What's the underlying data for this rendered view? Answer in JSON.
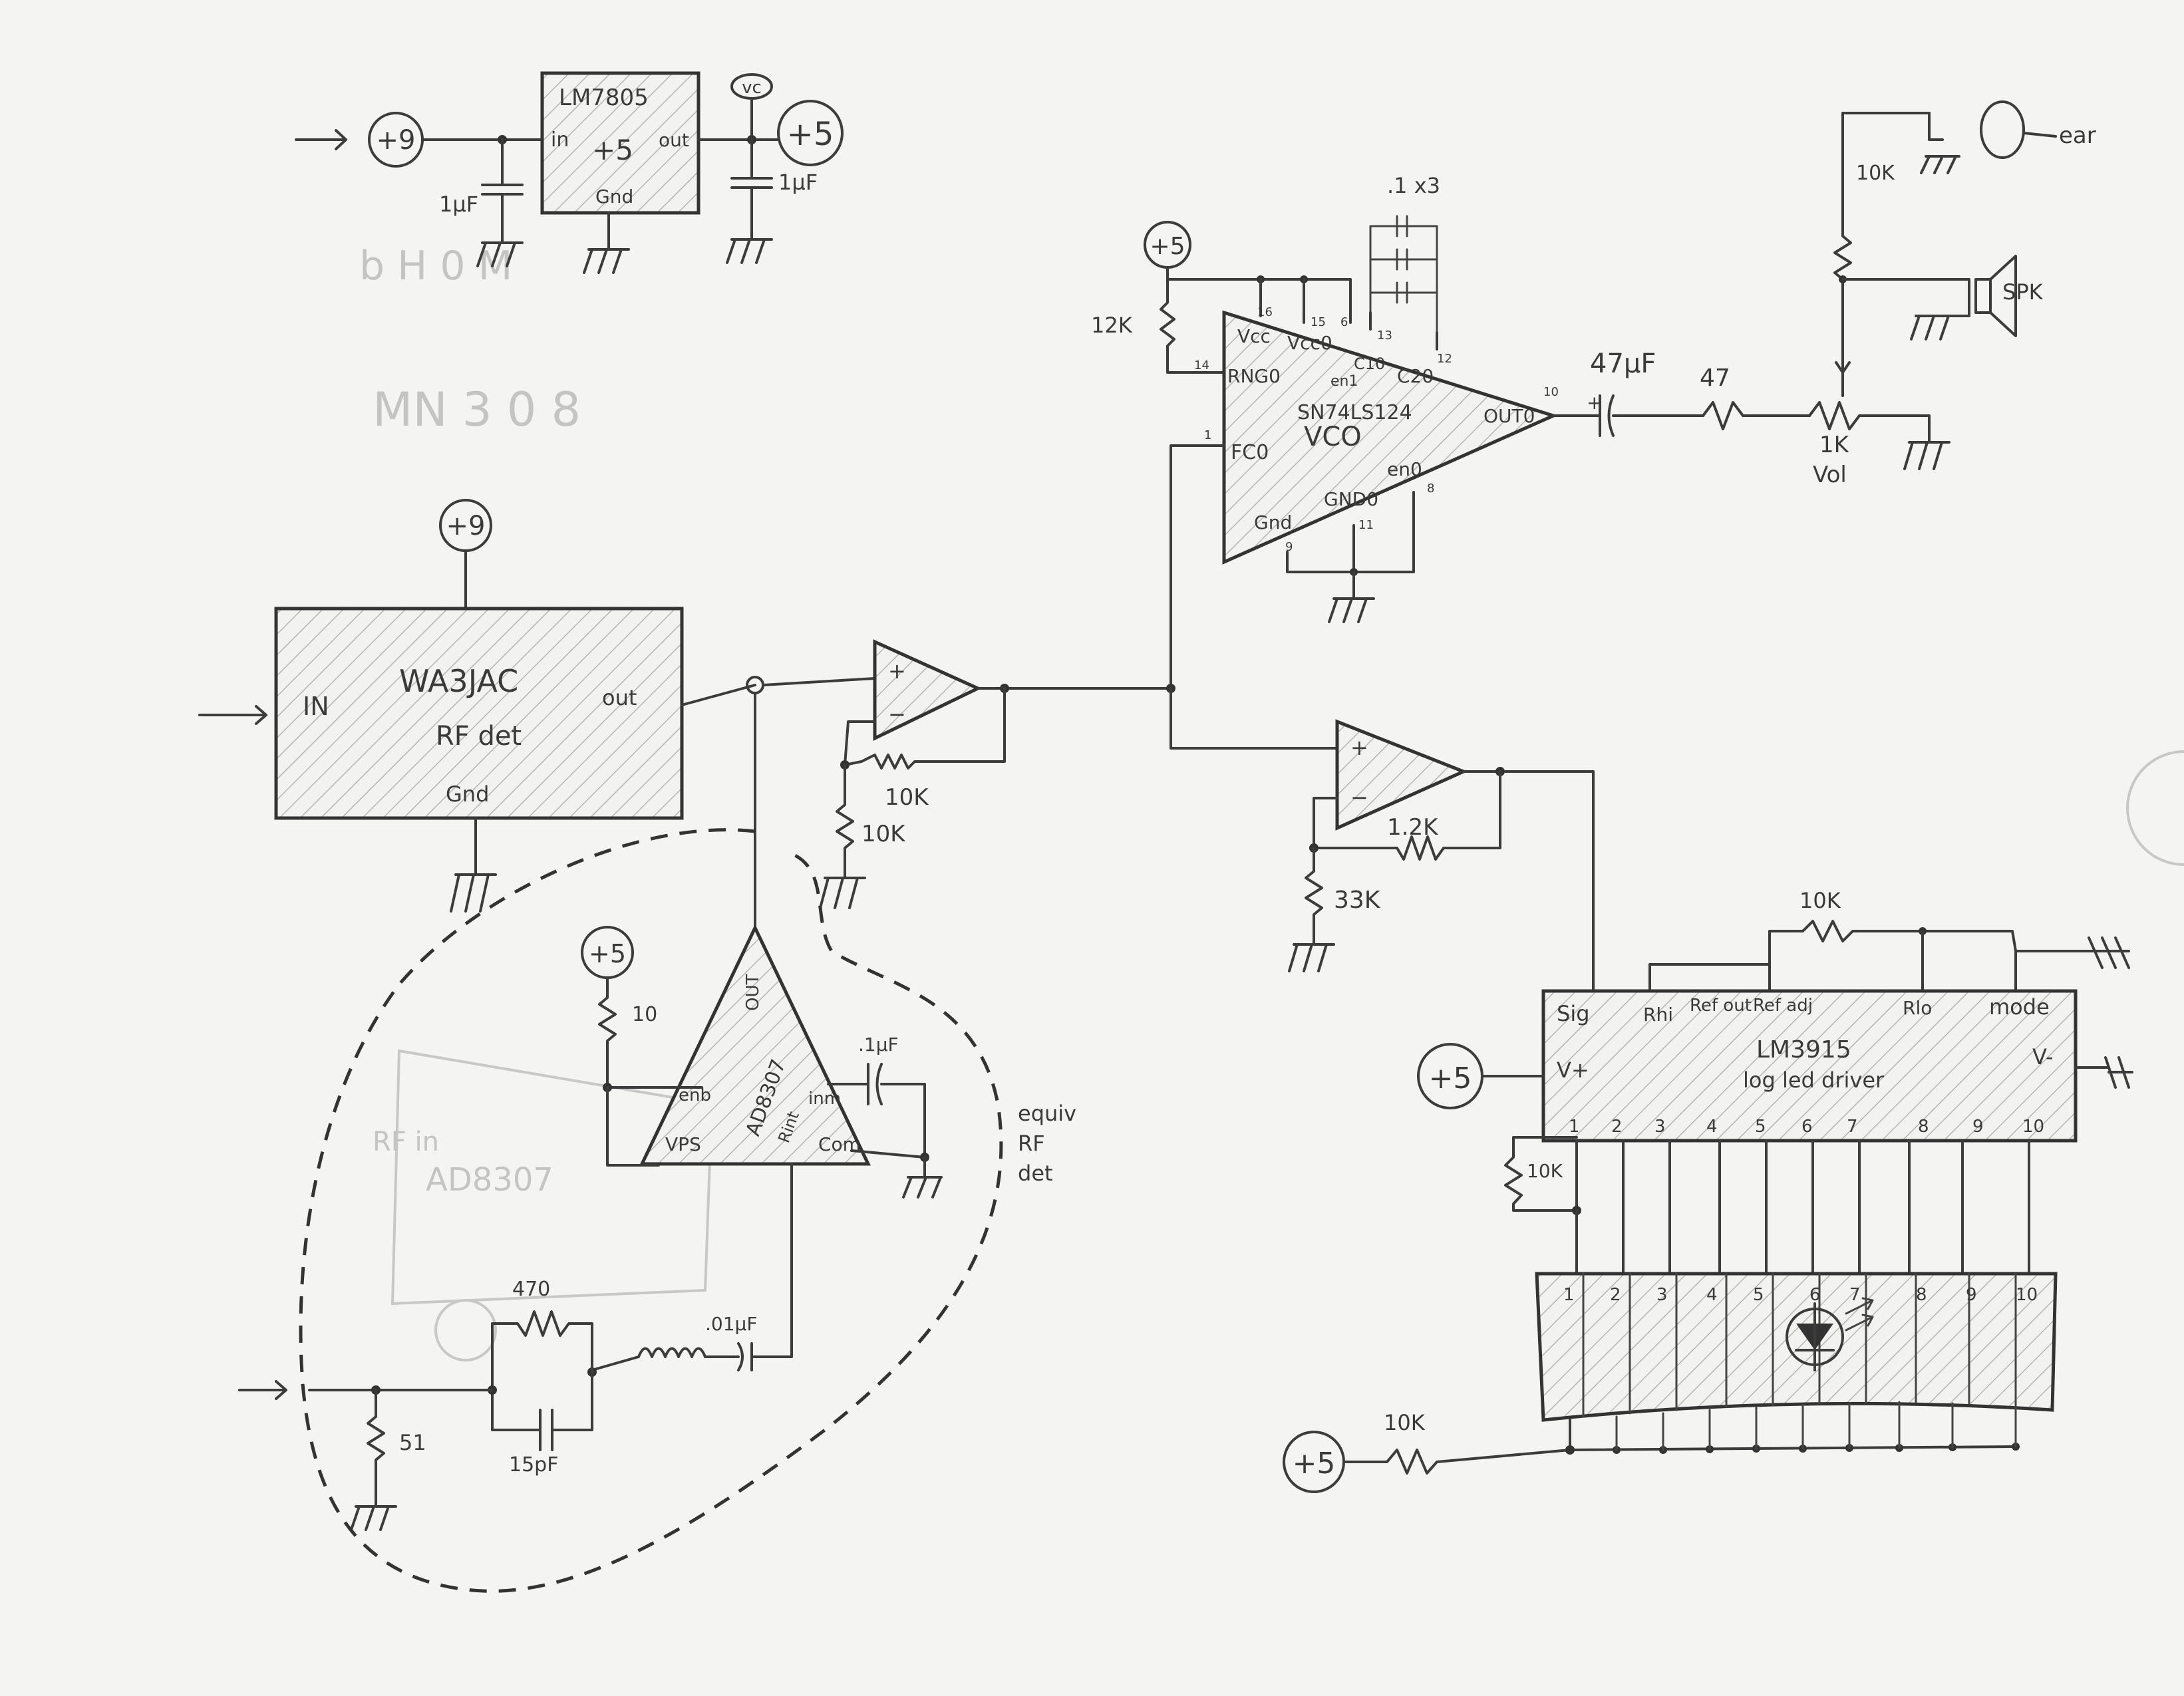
{
  "regulator": {
    "in_rail": "+9",
    "ic": "LM7805",
    "pin_in": "in",
    "pin_val": "+5",
    "pin_out": "out",
    "pin_gnd": "Gnd",
    "tag": "vc",
    "out_rail": "+5",
    "cap_in": "1µF",
    "cap_out": "1µF"
  },
  "rf_block": {
    "supply": "+9",
    "plus": "+",
    "name": "WA3JAC",
    "sub": "RF det",
    "pin_in": "IN",
    "pin_out": "out",
    "pin_gnd": "Gnd"
  },
  "amp1": {
    "rf": "10K",
    "rg": "10K",
    "plus": "+",
    "minus": "−"
  },
  "vco": {
    "rail": "+5",
    "r_range": "12K",
    "caps": ".1 x3",
    "part": "SN74LS124",
    "name": "VCO",
    "pins": {
      "vcc": "Vcc",
      "vcco": "Vcc0",
      "en": "en1",
      "c1": "C10",
      "c2": "C20",
      "rng": "RNG0",
      "fc": "FC0",
      "out": "OUT0",
      "gnd": "Gnd",
      "gndo": "GND0",
      "en2": "en0"
    },
    "pin_numbers": [
      "16",
      "15",
      "6",
      "13",
      "12",
      "14",
      "1",
      "10",
      "9",
      "11",
      "8"
    ]
  },
  "audio": {
    "cap": "47µF",
    "cap_plus": "+",
    "r_series": "47",
    "pot": "1K",
    "pot_label": "Vol",
    "r_ear": "10K",
    "ear": "ear",
    "spk": "SPK"
  },
  "amp2": {
    "rf": "1.2K",
    "rg": "33K",
    "plus": "+",
    "minus": "−"
  },
  "lm3915": {
    "rail": "+5",
    "pins": [
      "Sig",
      "Rhi",
      "Ref out",
      "Ref adj",
      "Rlo",
      "mode"
    ],
    "name": "LM3915",
    "sub": "log led driver",
    "vplus": "V+",
    "vminus": "V-",
    "r_top": "10K",
    "r_left": "10K",
    "outputs": [
      "1",
      "2",
      "3",
      "4",
      "5",
      "6",
      "7",
      "8",
      "9",
      "10"
    ]
  },
  "led_bar": {
    "labels": [
      "1",
      "2",
      "3",
      "4",
      "5",
      "6",
      "7",
      "8",
      "9",
      "10"
    ],
    "rail": "+5",
    "r": "10K"
  },
  "ad8307": {
    "rail": "+5",
    "r_supply": "10",
    "name": "AD8307",
    "pins": {
      "out": "OUT",
      "enb": "enb",
      "int": "Rint",
      "inm": "inm",
      "vps": "VPS",
      "com": "Com"
    },
    "cap_inm": ".1µF",
    "r_term": "51",
    "r_match": "470",
    "c_match": "15pF",
    "c_couple": ".01µF",
    "note": [
      "equiv",
      "RF",
      "det"
    ]
  }
}
